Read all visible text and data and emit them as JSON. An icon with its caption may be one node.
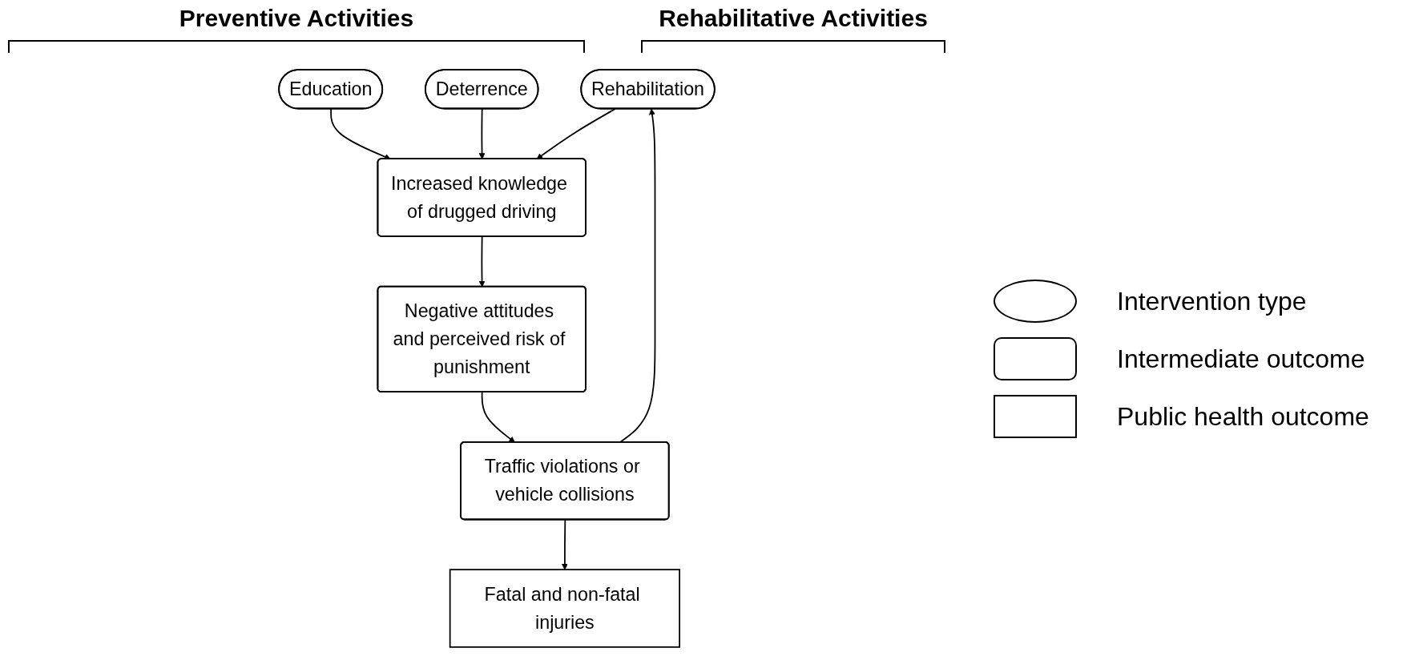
{
  "diagram": {
    "nodes": [
      {
        "text": [
          "Education"
        ]
      },
      {
        "text": [
          "Deterrence"
        ]
      },
      {
        "text": [
          "Rehabilitation"
        ]
      },
      {
        "text": [
          "Increased knowledge of drugged driving"
        ]
      },
      {
        "text": [
          "Negative attitudes and perceived risk of punishment"
        ]
      },
      {
        "text": [
          "Traffic violations or vehicle collisions"
        ]
      },
      {
        "text": [
          "Fatal and non-fatal injuries"
        ]
      }
    ],
    "edges": [
      {
        "from": 0,
        "to": 3,
        "arrow": "to"
      },
      {
        "from": 1,
        "to": 3,
        "arrow": "to"
      },
      {
        "from": 2,
        "to": 3,
        "arrow": "to"
      },
      {
        "from": 3,
        "to": 4,
        "arrow": "to"
      },
      {
        "from": 4,
        "to": 5,
        "arrow": "to"
      },
      {
        "from": 5,
        "to": 6,
        "arrow": "to"
      },
      {
        "from": 5,
        "to": 2,
        "arrow": "to"
      }
    ],
    "labels": [
      "Preventive Activities",
      "Rehabilitative Activities"
    ],
    "legend": [
      {
        "text": "Intervention type"
      },
      {
        "text": "Intermediate outcome"
      },
      {
        "text": "Public health outcome"
      }
    ]
  }
}
